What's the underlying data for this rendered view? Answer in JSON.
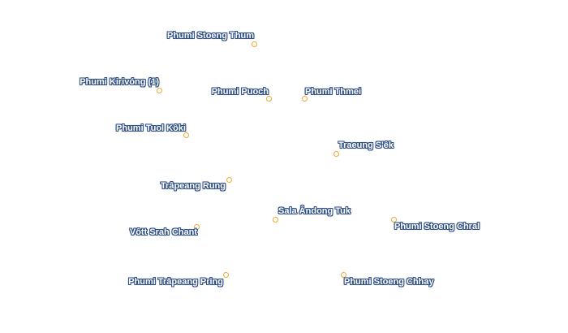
{
  "colors": {
    "marker": "#f0a830",
    "label_fill": "#ffffff",
    "label_halo": "#2f4f86"
  },
  "places": [
    {
      "id": "stoeng-thum",
      "name": "Phumi Stoeng Thum"
    },
    {
      "id": "kirivong",
      "name": "Phumi Kirivóng (1)"
    },
    {
      "id": "puoch",
      "name": "Phumi Puoch"
    },
    {
      "id": "thmei",
      "name": "Phumi Thmei"
    },
    {
      "id": "tuol-koki",
      "name": "Phumi Tuol Kôki"
    },
    {
      "id": "traeung-sek",
      "name": "Traeung S'êk"
    },
    {
      "id": "trapeang-rung",
      "name": "Trâpeang Rung"
    },
    {
      "id": "sala-andong-tuk",
      "name": "Sala Ândong Tuk"
    },
    {
      "id": "stoeng-chral",
      "name": "Phumi Stoeng Chral"
    },
    {
      "id": "vott-srah-chant",
      "name": "Vôtt Srah Chant"
    },
    {
      "id": "trapeang-pring",
      "name": "Phumi Trâpeang Pring"
    },
    {
      "id": "stoeng-chhay",
      "name": "Phumi Stoeng Chhay"
    }
  ]
}
